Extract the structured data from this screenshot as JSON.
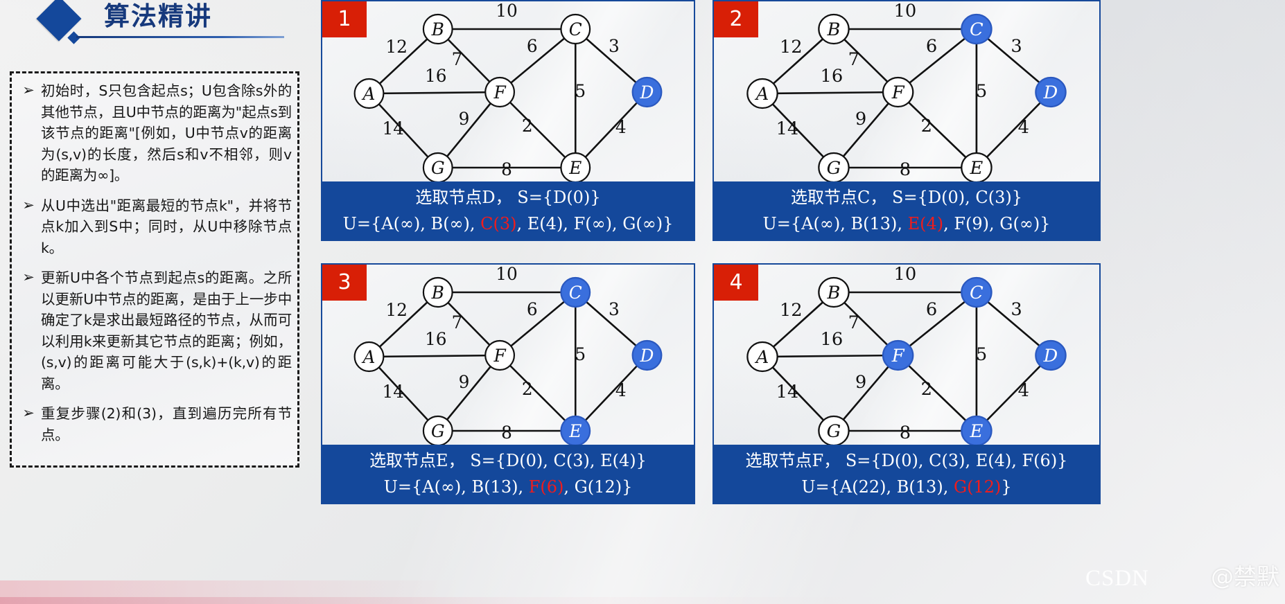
{
  "header": {
    "title": "算法精讲",
    "diamond_color": "#14489b"
  },
  "notes_panel": {
    "bullets": [
      "初始时，S只包含起点s；U包含除s外的其他节点，且U中节点的距离为\"起点s到该节点的距离\"[例如，U中节点v的距离为(s,v)的长度，然后s和v不相邻，则v的距离为∞]。",
      "从U中选出\"距离最短的节点k\"，并将节点k加入到S中；同时，从U中移除节点k。",
      "更新U中各个节点到起点s的距离。之所以更新U中节点的距离，是由于上一步中确定了k是求出最短路径的节点，从而可以利用k来更新其它节点的距离；例如，(s,v)的距离可能大于(s,k)+(k,v)的距离。",
      "重复步骤(2)和(3)，直到遍历完所有节点。"
    ],
    "bullet_marker": "➢"
  },
  "graph": {
    "nodes": [
      "A",
      "B",
      "C",
      "D",
      "E",
      "F",
      "G"
    ],
    "edges": [
      {
        "from": "A",
        "to": "B",
        "weight": "12"
      },
      {
        "from": "B",
        "to": "C",
        "weight": "10"
      },
      {
        "from": "B",
        "to": "F",
        "weight": "7"
      },
      {
        "from": "A",
        "to": "F",
        "weight": "16"
      },
      {
        "from": "A",
        "to": "G",
        "weight": "14"
      },
      {
        "from": "C",
        "to": "F",
        "weight": "6"
      },
      {
        "from": "C",
        "to": "D",
        "weight": "3"
      },
      {
        "from": "C",
        "to": "E",
        "weight": "5"
      },
      {
        "from": "F",
        "to": "G",
        "weight": "9"
      },
      {
        "from": "F",
        "to": "E",
        "weight": "2"
      },
      {
        "from": "G",
        "to": "E",
        "weight": "8"
      },
      {
        "from": "E",
        "to": "D",
        "weight": "4"
      }
    ]
  },
  "panels": [
    {
      "number": "1",
      "highlighted": [
        "D"
      ],
      "caption_line1": "选取节点D，  S={D(0)}",
      "caption_line2_pre": "U={A(∞), B(∞), ",
      "caption_line2_red": "C(3)",
      "caption_line2_post": ", E(4), F(∞), G(∞)}"
    },
    {
      "number": "2",
      "highlighted": [
        "C",
        "D"
      ],
      "caption_line1": "选取节点C，  S={D(0), C(3)}",
      "caption_line2_pre": "U={A(∞), B(13), ",
      "caption_line2_red": "E(4)",
      "caption_line2_post": ", F(9), G(∞)}"
    },
    {
      "number": "3",
      "highlighted": [
        "C",
        "D",
        "E"
      ],
      "caption_line1": "选取节点E，  S={D(0), C(3), E(4)}",
      "caption_line2_pre": "U={A(∞), B(13),  ",
      "caption_line2_red": "F(6)",
      "caption_line2_post": ", G(12)}"
    },
    {
      "number": "4",
      "highlighted": [
        "C",
        "D",
        "E",
        "F"
      ],
      "caption_line1": "选取节点F，  S={D(0), C(3), E(4), F(6)}",
      "caption_line2_pre": "U={A(22), B(13), ",
      "caption_line2_red": "G(12)",
      "caption_line2_post": "}"
    }
  ],
  "watermark": {
    "csdn": "CSDN",
    "author": "@禁默"
  },
  "colors": {
    "panel_border": "#16499a",
    "caption_bg": "#14489b",
    "badge_bg": "#d81f06",
    "node_highlight": "#3a6fdd",
    "red_text": "#f01c1c"
  }
}
